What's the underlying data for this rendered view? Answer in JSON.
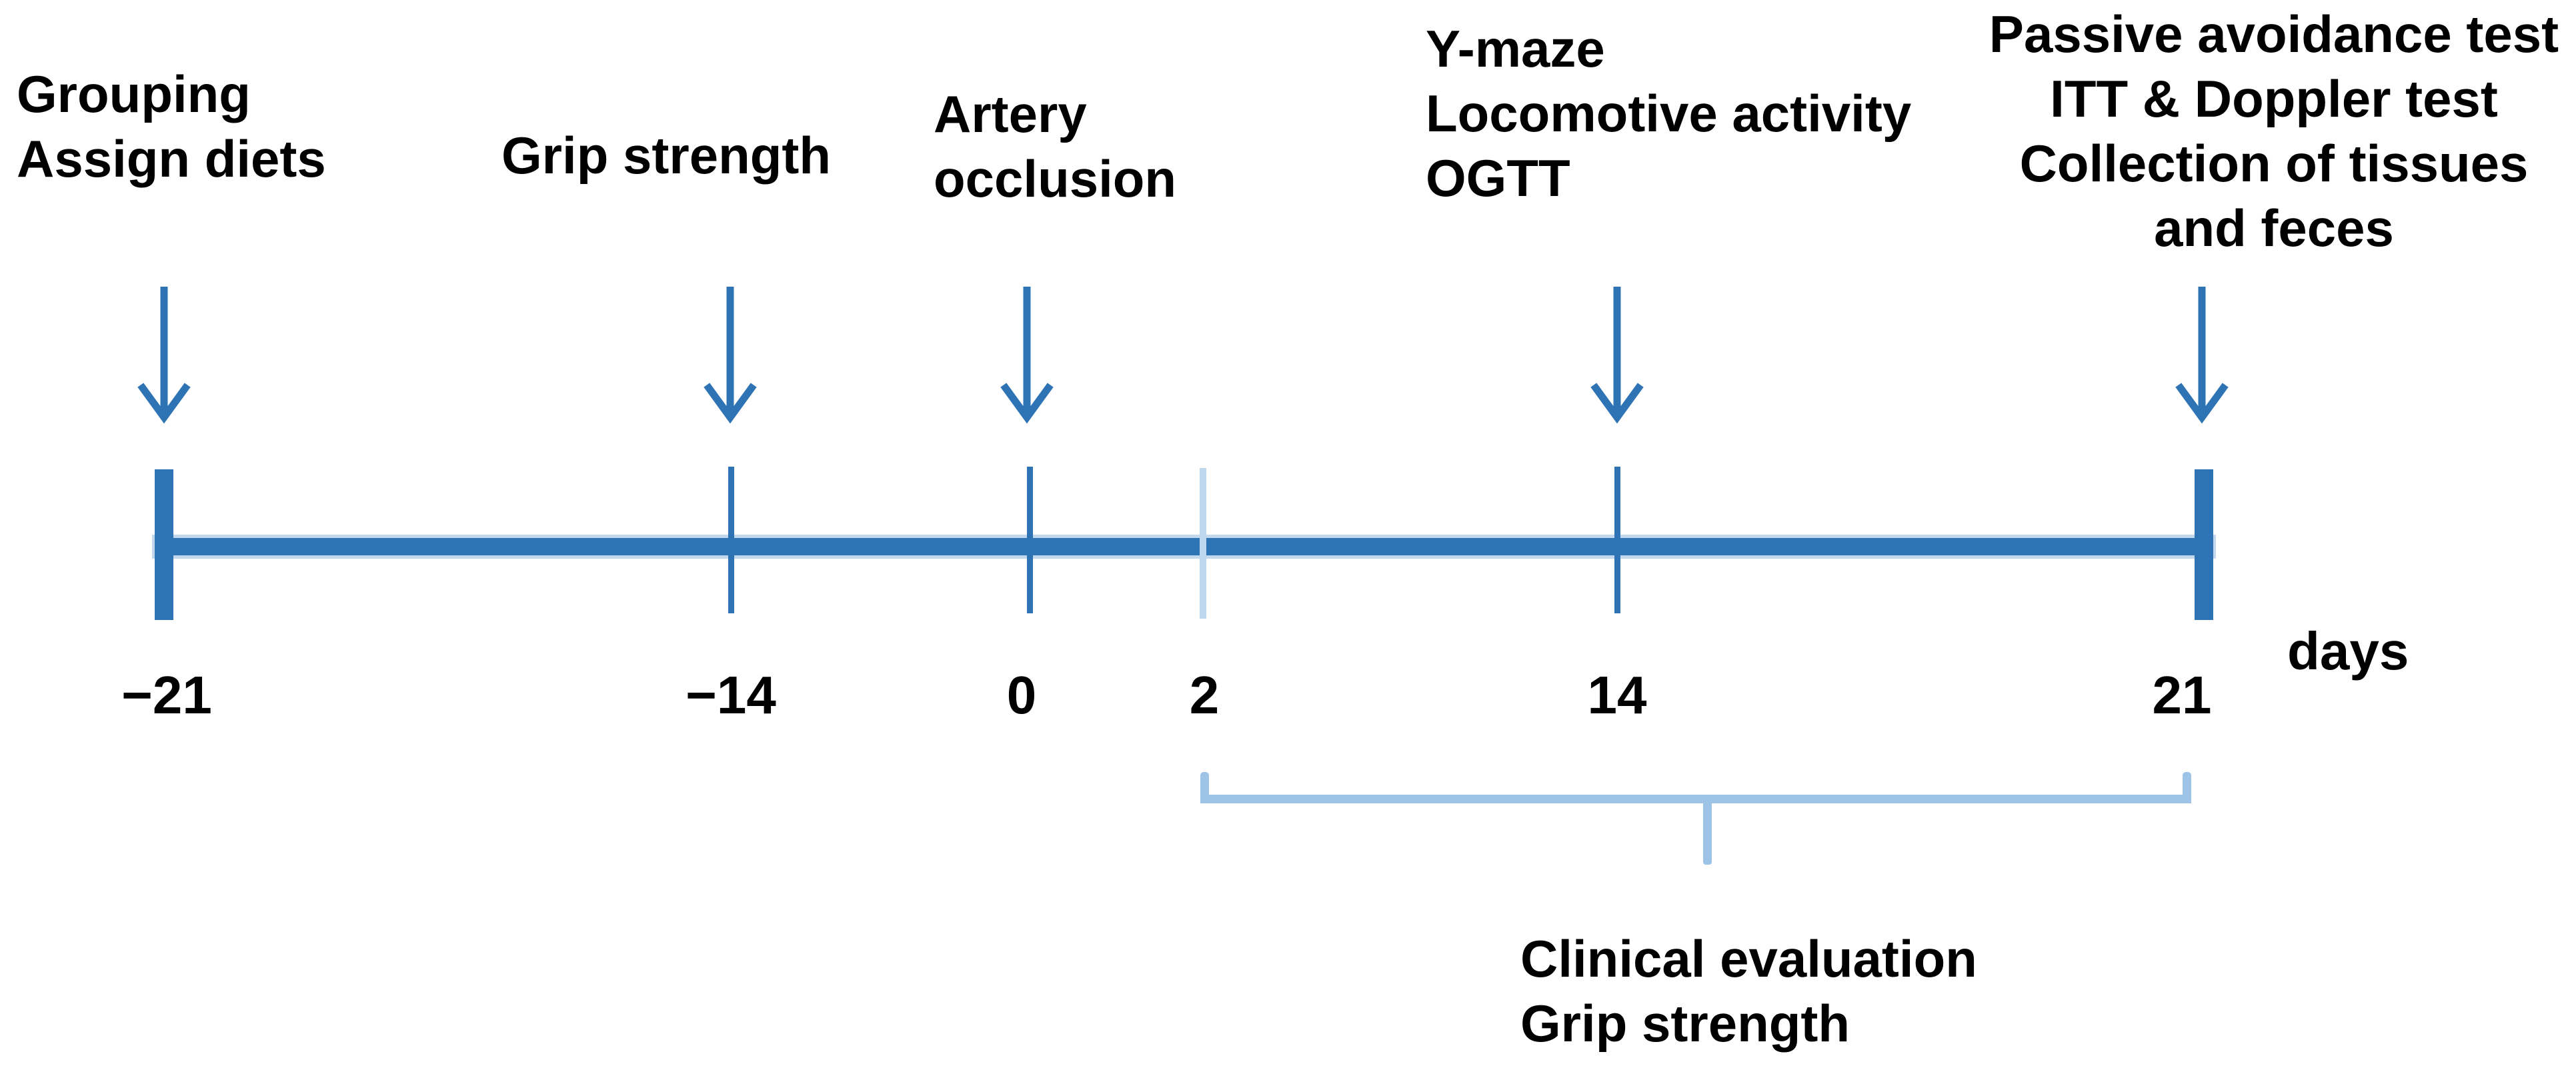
{
  "figure_type": "experimental-timeline-diagram",
  "colors": {
    "axis": "#2E74B5",
    "axis_fringe": "#C3D8EC",
    "bracket": "#9DC3E6",
    "light_tick": "#BDD7EE",
    "text": "#000000",
    "background": "#FFFFFF"
  },
  "event_labels": {
    "grouping": {
      "day": -21,
      "lines": [
        "Grouping",
        "Assign diets"
      ]
    },
    "grip_strength": {
      "day": -14,
      "lines": [
        "Grip strength"
      ]
    },
    "artery_occlusion": {
      "day": 0,
      "lines": [
        "Artery",
        "occlusion"
      ]
    },
    "behavior_tests": {
      "day": 14,
      "lines": [
        "Y-maze",
        "Locomotive activity",
        "OGTT"
      ]
    },
    "terminal_tests": {
      "day": 21,
      "lines": [
        "Passive avoidance test",
        "ITT & Doppler test",
        "Collection of tissues",
        "and feces"
      ]
    }
  },
  "axis": {
    "unit": "days",
    "tick_labels": [
      "−21",
      "−14",
      "0",
      "2",
      "14",
      "21"
    ],
    "tick_days": [
      -21,
      -14,
      0,
      2,
      14,
      21
    ],
    "arrow_days": [
      -21,
      -14,
      0,
      14,
      21
    ]
  },
  "bracket": {
    "from_day": 2,
    "to_day": 21,
    "label_lines": [
      "Clinical evaluation",
      "Grip strength"
    ]
  }
}
